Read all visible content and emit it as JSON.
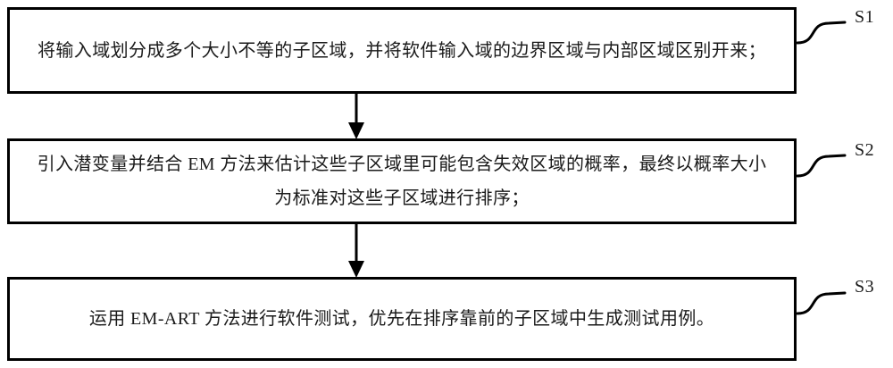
{
  "diagram": {
    "type": "flowchart",
    "orientation": "vertical",
    "title": "",
    "steps": [
      {
        "id": "S1",
        "label": "S1",
        "lines": [
          "将输入域划分成多个大小不等的子区域，并将软件输入域的边界区域与内部",
          "区域区别开来；"
        ],
        "text": "将输入域划分成多个大小不等的子区域，并将软件输入域的边界区域与内部区域区别开来；"
      },
      {
        "id": "S2",
        "label": "S2",
        "lines": [
          "引入潜变量并结合 EM 方法来估计这些子区域里可能包含失效区域的概率，",
          "最终以概率大小为标准对这些子区域进行排序；"
        ],
        "text": "引入潜变量并结合 EM 方法来估计这些子区域里可能包含失效区域的概率，最终以概率大小为标准对这些子区域进行排序；"
      },
      {
        "id": "S3",
        "label": "S3",
        "lines": [
          "运用 EM-ART 方法进行软件测试，优先在排序靠前的子区域中生成测试用",
          "例。"
        ],
        "text": "运用 EM-ART 方法进行软件测试，优先在排序靠前的子区域中生成测试用例。"
      }
    ],
    "arrows": [
      {
        "from": "S1",
        "to": "S2",
        "style": "solid-down-arrow"
      },
      {
        "from": "S2",
        "to": "S3",
        "style": "solid-down-arrow"
      }
    ],
    "colors": {
      "stroke": "#000000",
      "text": "#1a1a1a",
      "background": "#ffffff"
    }
  }
}
